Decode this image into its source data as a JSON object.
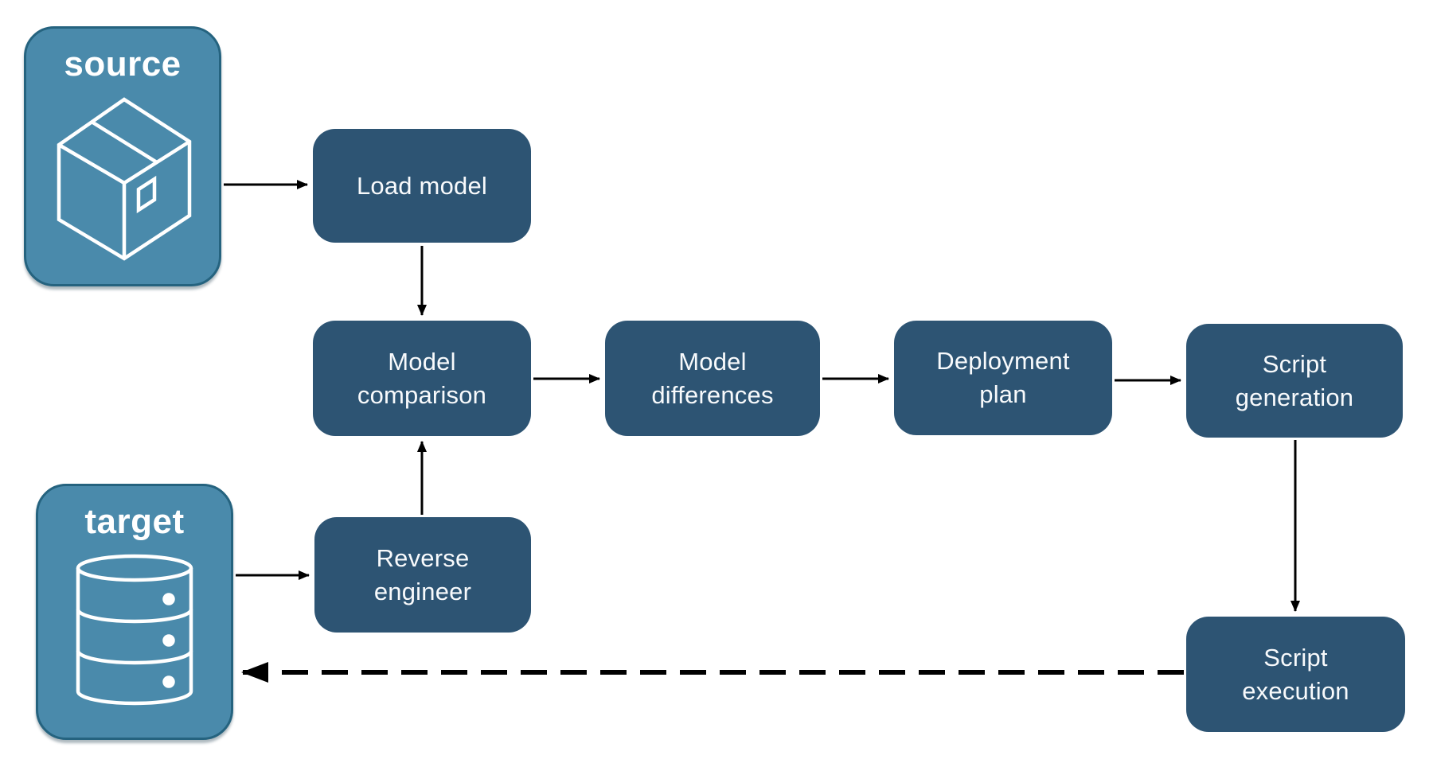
{
  "colors": {
    "node_fill": "#2d5473",
    "endpoint_fill": "#4a8aab",
    "endpoint_border": "#25637f",
    "node_text": "#f8fafc",
    "arrow_color": "#000000",
    "background": "#ffffff"
  },
  "endpoints": {
    "source": {
      "label": "source",
      "icon": "package-icon"
    },
    "target": {
      "label": "target",
      "icon": "database-icon"
    }
  },
  "nodes": {
    "load_model": {
      "lines": [
        "Load model"
      ]
    },
    "model_comparison": {
      "lines": [
        "Model",
        "comparison"
      ]
    },
    "model_differences": {
      "lines": [
        "Model",
        "differences"
      ]
    },
    "deployment_plan": {
      "lines": [
        "Deployment",
        "plan"
      ]
    },
    "script_generation": {
      "lines": [
        "Script",
        "generation"
      ]
    },
    "reverse_engineer": {
      "lines": [
        "Reverse",
        "engineer"
      ]
    },
    "script_execution": {
      "lines": [
        "Script",
        "execution"
      ]
    }
  },
  "edges": [
    {
      "from": "source",
      "to": "load_model",
      "style": "solid"
    },
    {
      "from": "load_model",
      "to": "model_comparison",
      "style": "solid"
    },
    {
      "from": "model_comparison",
      "to": "model_differences",
      "style": "solid"
    },
    {
      "from": "model_differences",
      "to": "deployment_plan",
      "style": "solid"
    },
    {
      "from": "deployment_plan",
      "to": "script_generation",
      "style": "solid"
    },
    {
      "from": "script_generation",
      "to": "script_execution",
      "style": "solid"
    },
    {
      "from": "target",
      "to": "reverse_engineer",
      "style": "solid"
    },
    {
      "from": "reverse_engineer",
      "to": "model_comparison",
      "style": "solid"
    },
    {
      "from": "script_execution",
      "to": "target",
      "style": "dashed"
    }
  ]
}
